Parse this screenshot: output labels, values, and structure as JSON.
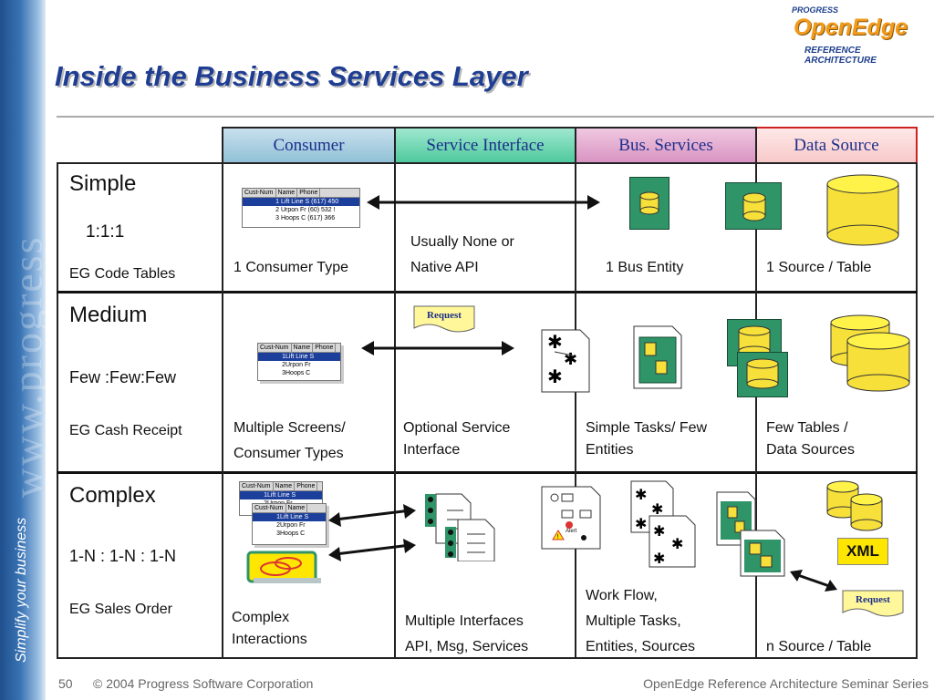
{
  "branding": {
    "company": "PROGRESS",
    "product": "OpenEdge",
    "subtitle": "REFERENCE ARCHITECTURE",
    "tagline": "Simplify your business",
    "watermark_url": "www.progress"
  },
  "slide": {
    "title": "Inside the Business Services Layer"
  },
  "columns": [
    {
      "label": "Consumer"
    },
    {
      "label": "Service Interface"
    },
    {
      "label": "Bus. Services"
    },
    {
      "label": "Data Source"
    }
  ],
  "rows": [
    {
      "title": "Simple",
      "ratio": "1:1:1",
      "example": "EG Code Tables",
      "consumer": "1 Consumer Type",
      "service_line1": "Usually None or",
      "service_line2": "Native API",
      "bus": "1 Bus Entity",
      "data": "1 Source / Table"
    },
    {
      "title": "Medium",
      "ratio": "Few :Few:Few",
      "example": "EG Cash Receipt",
      "consumer_line1": "Multiple Screens/",
      "consumer_line2": "Consumer Types",
      "service_line1": "Optional Service",
      "service_line2": "Interface",
      "bus_line1": "Simple Tasks/ Few",
      "bus_line2": "Entities",
      "data_line1": "Few Tables /",
      "data_line2": "Data Sources",
      "request_label": "Request"
    },
    {
      "title": "Complex",
      "ratio": "1-N : 1-N : 1-N",
      "example": "EG Sales Order",
      "consumer_line1": "Complex",
      "consumer_line2": "Interactions",
      "service_line1": "Multiple Interfaces",
      "service_line2": "API, Msg, Services",
      "bus_line1": "Work Flow,",
      "bus_line2": "Multiple Tasks,",
      "bus_line3": "Entities, Sources",
      "data": "n Source / Table",
      "xml_label": "XML",
      "request_label": "Request",
      "alert_label": "Alert"
    }
  ],
  "grid_thumb": {
    "headers": [
      "Cust-Num",
      "Name",
      "Phone"
    ],
    "rows": [
      [
        "1",
        "Lift Line S",
        "(617) 450"
      ],
      [
        "2",
        "Urpon Fr",
        "(60) 532 !"
      ],
      [
        "3",
        "Hoops C",
        "(617) 366"
      ]
    ]
  },
  "footer": {
    "page_number": "50",
    "copyright": "© 2004 Progress Software Corporation",
    "series": "OpenEdge Reference Architecture Seminar Series"
  },
  "colors": {
    "title": "#1f3e93",
    "entity_green": "#2f9468",
    "cylinder_yellow": "#f7e03a",
    "request_yellow": "#fff799"
  }
}
